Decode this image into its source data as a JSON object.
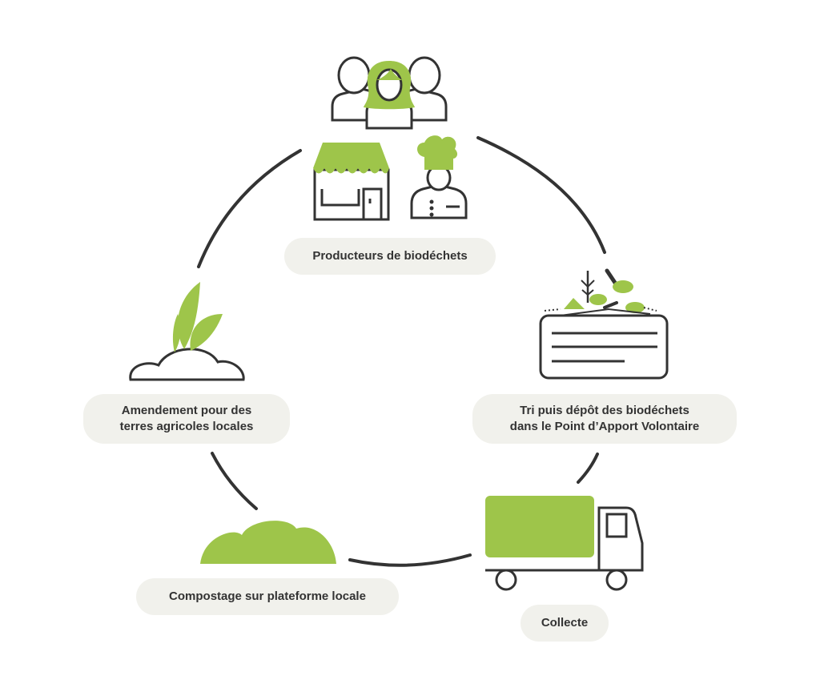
{
  "diagram": {
    "colors": {
      "accent": "#9ec54a",
      "stroke": "#333333",
      "pill": "#f1f1ec"
    },
    "steps": [
      {
        "id": "producers",
        "icon": "producers-icon",
        "lines": [
          "Producteurs de biodéchets"
        ]
      },
      {
        "id": "sorting",
        "icon": "compost-bin-icon",
        "lines": [
          "Tri puis dépôt des biodéchets",
          "dans le Point d’Apport Volontaire"
        ]
      },
      {
        "id": "collection",
        "icon": "truck-icon",
        "lines": [
          "Collecte"
        ]
      },
      {
        "id": "composting",
        "icon": "compost-pile-icon",
        "lines": [
          "Compostage sur plateforme locale"
        ]
      },
      {
        "id": "amendment",
        "icon": "sprout-soil-icon",
        "lines": [
          "Amendement pour des",
          "terres agricoles locales"
        ]
      }
    ]
  }
}
